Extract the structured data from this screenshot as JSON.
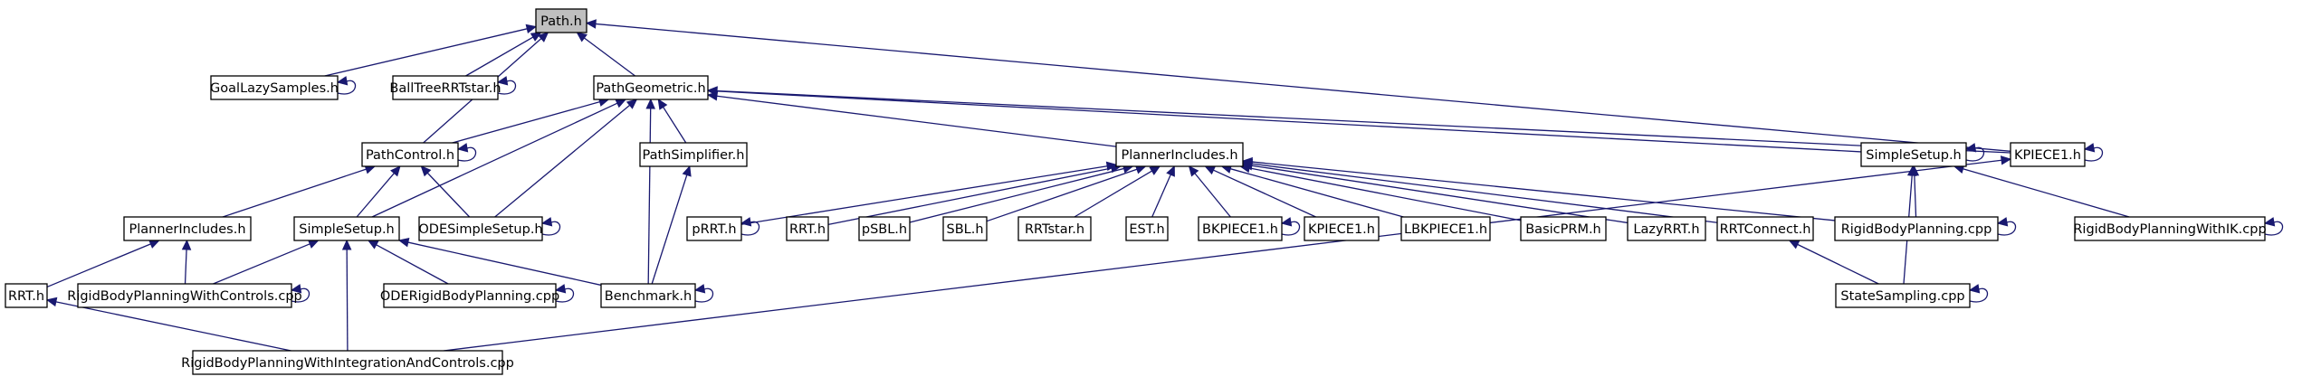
{
  "graph": {
    "edge_color": "#191970",
    "root_fill": "#bfbfbf",
    "nodes": [
      {
        "id": "path_h",
        "label": "Path.h",
        "root": true
      },
      {
        "id": "goallazy",
        "label": "GoalLazySamples.h"
      },
      {
        "id": "balltree",
        "label": "BallTreeRRTstar.h"
      },
      {
        "id": "pathgeom",
        "label": "PathGeometric.h"
      },
      {
        "id": "pathctrl",
        "label": "PathControl.h"
      },
      {
        "id": "pathsimp",
        "label": "PathSimplifier.h"
      },
      {
        "id": "plannerinc_c",
        "label": "PlannerIncludes.h"
      },
      {
        "id": "simplesetup_c",
        "label": "SimpleSetup.h"
      },
      {
        "id": "odesimple",
        "label": "ODESimpleSetup.h"
      },
      {
        "id": "rrt_c",
        "label": "RRT.h"
      },
      {
        "id": "rbpwc",
        "label": "RigidBodyPlanningWithControls.cpp"
      },
      {
        "id": "oderbp",
        "label": "ODERigidBodyPlanning.cpp"
      },
      {
        "id": "benchmark",
        "label": "Benchmark.h"
      },
      {
        "id": "rbpwiac",
        "label": "RigidBodyPlanningWithIntegrationAndControls.cpp"
      },
      {
        "id": "plannerinc_g",
        "label": "PlannerIncludes.h"
      },
      {
        "id": "prrt",
        "label": "pRRT.h"
      },
      {
        "id": "rrt_g",
        "label": "RRT.h"
      },
      {
        "id": "psbl",
        "label": "pSBL.h"
      },
      {
        "id": "sbl",
        "label": "SBL.h"
      },
      {
        "id": "rrtstar",
        "label": "RRTstar.h"
      },
      {
        "id": "est",
        "label": "EST.h"
      },
      {
        "id": "bkpiece",
        "label": "BKPIECE1.h"
      },
      {
        "id": "kpiece_g",
        "label": "KPIECE1.h"
      },
      {
        "id": "lbkpiece",
        "label": "LBKPIECE1.h"
      },
      {
        "id": "basicprm",
        "label": "BasicPRM.h"
      },
      {
        "id": "lazyrrt",
        "label": "LazyRRT.h"
      },
      {
        "id": "rrtconnect",
        "label": "RRTConnect.h"
      },
      {
        "id": "simplesetup_g",
        "label": "SimpleSetup.h"
      },
      {
        "id": "rbp",
        "label": "RigidBodyPlanning.cpp"
      },
      {
        "id": "statesampling",
        "label": "StateSampling.cpp"
      },
      {
        "id": "kpiece_c",
        "label": "KPIECE1.h"
      },
      {
        "id": "rbpik",
        "label": "RigidBodyPlanningWithIK.cpp"
      }
    ],
    "edges": [
      [
        "path_h",
        "goallazy"
      ],
      [
        "path_h",
        "balltree"
      ],
      [
        "path_h",
        "pathgeom"
      ],
      [
        "path_h",
        "pathctrl"
      ],
      [
        "path_h",
        "kpiece_c"
      ],
      [
        "pathgeom",
        "pathctrl"
      ],
      [
        "pathgeom",
        "pathsimp"
      ],
      [
        "pathgeom",
        "simplesetup_c"
      ],
      [
        "pathgeom",
        "odesimple"
      ],
      [
        "pathgeom",
        "benchmark"
      ],
      [
        "pathgeom",
        "plannerinc_g"
      ],
      [
        "pathgeom",
        "simplesetup_g"
      ],
      [
        "pathgeom",
        "kpiece_c"
      ],
      [
        "pathctrl",
        "plannerinc_c"
      ],
      [
        "pathctrl",
        "simplesetup_c"
      ],
      [
        "pathctrl",
        "odesimple"
      ],
      [
        "plannerinc_c",
        "rrt_c"
      ],
      [
        "plannerinc_c",
        "rbpwc"
      ],
      [
        "simplesetup_c",
        "rbpwc"
      ],
      [
        "simplesetup_c",
        "oderbp"
      ],
      [
        "simplesetup_c",
        "benchmark"
      ],
      [
        "simplesetup_c",
        "rbpwiac"
      ],
      [
        "rrt_c",
        "rbpwiac"
      ],
      [
        "pathsimp",
        "benchmark"
      ],
      [
        "plannerinc_g",
        "prrt"
      ],
      [
        "plannerinc_g",
        "rrt_g"
      ],
      [
        "plannerinc_g",
        "psbl"
      ],
      [
        "plannerinc_g",
        "sbl"
      ],
      [
        "plannerinc_g",
        "rrtstar"
      ],
      [
        "plannerinc_g",
        "est"
      ],
      [
        "plannerinc_g",
        "bkpiece"
      ],
      [
        "plannerinc_g",
        "kpiece_g"
      ],
      [
        "plannerinc_g",
        "lbkpiece"
      ],
      [
        "plannerinc_g",
        "basicprm"
      ],
      [
        "plannerinc_g",
        "lazyrrt"
      ],
      [
        "plannerinc_g",
        "rrtconnect"
      ],
      [
        "plannerinc_g",
        "rbp"
      ],
      [
        "simplesetup_g",
        "rbp"
      ],
      [
        "simplesetup_g",
        "statesampling"
      ],
      [
        "simplesetup_g",
        "rbpik"
      ],
      [
        "rrtconnect",
        "statesampling"
      ],
      [
        "kpiece_c",
        "rbpwiac"
      ],
      [
        "goallazy",
        "goallazy"
      ],
      [
        "balltree",
        "balltree"
      ],
      [
        "pathctrl",
        "pathctrl"
      ],
      [
        "odesimple",
        "odesimple"
      ],
      [
        "rbpwc",
        "rbpwc"
      ],
      [
        "oderbp",
        "oderbp"
      ],
      [
        "benchmark",
        "benchmark"
      ],
      [
        "prrt",
        "prrt"
      ],
      [
        "bkpiece",
        "bkpiece"
      ],
      [
        "simplesetup_g",
        "simplesetup_g"
      ],
      [
        "rbp",
        "rbp"
      ],
      [
        "statesampling",
        "statesampling"
      ],
      [
        "kpiece_c",
        "kpiece_c"
      ],
      [
        "rbpik",
        "rbpik"
      ]
    ]
  }
}
